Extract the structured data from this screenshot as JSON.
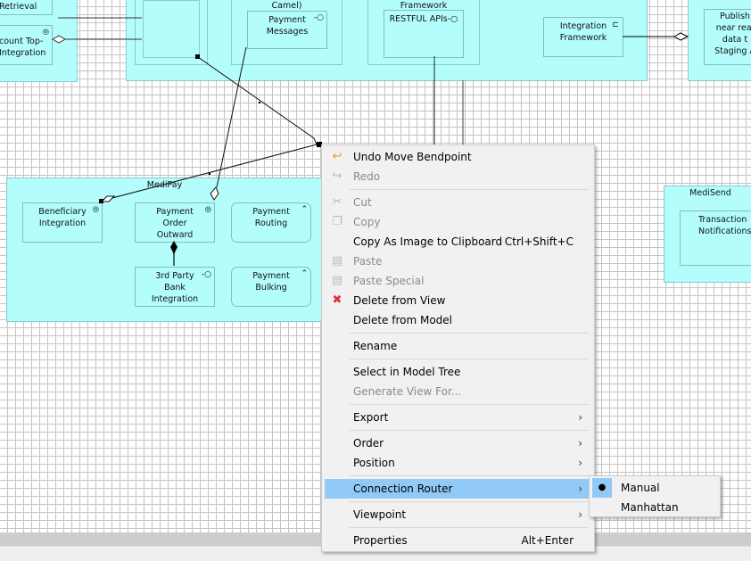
{
  "diagram": {
    "top_left": {
      "retrieval": "Retrieval",
      "topup": "count Top-\nIntegration"
    },
    "camel_label": "Camel)",
    "payment_messages": "Payment\nMessages",
    "framework_label": "Framework",
    "restful_apis": "RESTFUL APIs",
    "integration_framework": "Integration\nFramework",
    "publish": "Publish\nnear real\ndata t\nStaging A",
    "medipay": {
      "label": "MediPay",
      "beneficiary": "Beneficiary\nIntegration",
      "payment_order": "Payment\nOrder\nOutward",
      "payment_routing": "Payment\nRouting",
      "third_party": "3rd Party\nBank\nIntegration",
      "payment_bulking": "Payment\nBulking"
    },
    "medisend": {
      "label": "MediSend",
      "transaction": "Transaction\nNotifications"
    },
    "fill_color": "#b3fdfd"
  },
  "menu": {
    "undo": "Undo Move Bendpoint",
    "redo": "Redo",
    "cut": "Cut",
    "copy": "Copy",
    "copy_image": "Copy As Image to Clipboard",
    "copy_image_shortcut": "Ctrl+Shift+C",
    "paste": "Paste",
    "paste_special": "Paste Special",
    "delete_view": "Delete from View",
    "delete_model": "Delete from Model",
    "rename": "Rename",
    "select_tree": "Select in Model Tree",
    "generate_view": "Generate View For...",
    "export": "Export",
    "order": "Order",
    "position": "Position",
    "connection_router": "Connection Router",
    "viewpoint": "Viewpoint",
    "properties": "Properties",
    "properties_shortcut": "Alt+Enter",
    "highlight_color": "#91c9f7"
  },
  "submenu": {
    "manual": "Manual",
    "manhattan": "Manhattan",
    "selected": "Manual"
  }
}
